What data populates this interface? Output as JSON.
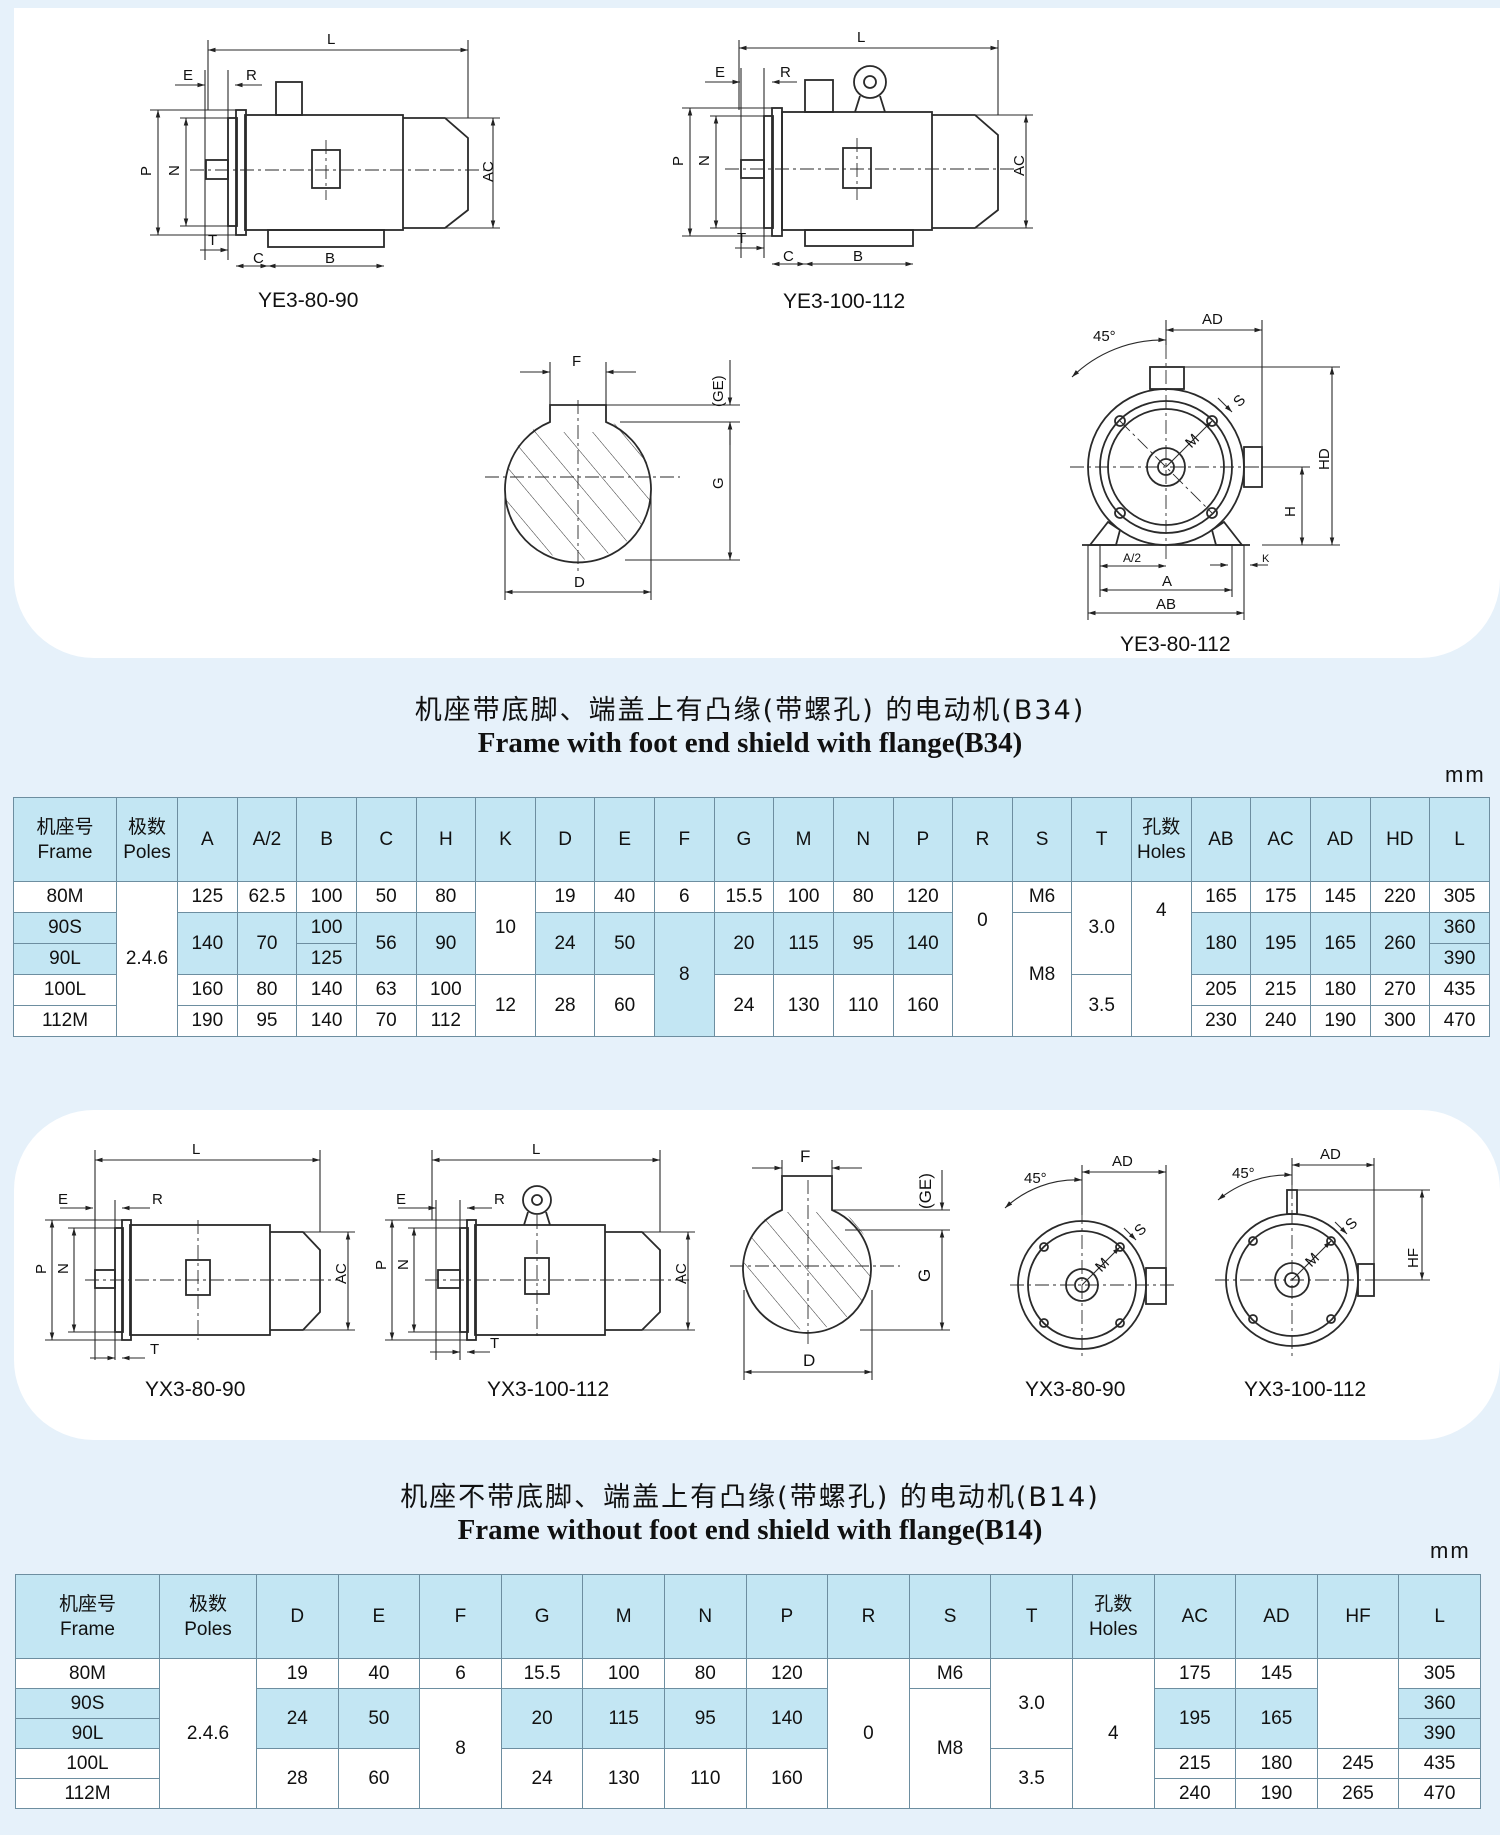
{
  "figures1": {
    "captions": [
      "YE3-80-90",
      "YE3-100-112",
      "YE3-80-112"
    ],
    "labels": {
      "L": "L",
      "E": "E",
      "R": "R",
      "P": "P",
      "N": "N",
      "AC": "AC",
      "T": "T",
      "C": "C",
      "B": "B",
      "F": "F",
      "GE": "(GE)",
      "G": "G",
      "D": "D",
      "AD": "AD",
      "deg45": "45°",
      "S": "S",
      "M": "M",
      "HD": "HD",
      "H": "H",
      "A2": "A/2",
      "A": "A",
      "AB": "AB",
      "K": "K"
    }
  },
  "section1": {
    "title_cn": "机座带底脚、端盖上有凸缘(带螺孔) 的电动机(B34)",
    "title_en": "Frame with foot end shield with flange(B34)",
    "unit": "mm",
    "header": {
      "frame_cn": "机座号",
      "frame_en": "Frame",
      "poles_cn": "极数",
      "poles_en": "Poles",
      "holes_cn": "孔数",
      "holes_en": "Holes",
      "cols": [
        "A",
        "A/2",
        "B",
        "C",
        "H",
        "K",
        "D",
        "E",
        "F",
        "G",
        "M",
        "N",
        "P",
        "R",
        "S",
        "T",
        "AB",
        "AC",
        "AD",
        "HD",
        "L"
      ]
    },
    "rows": [
      {
        "frame": "80M",
        "A": "125",
        "A2": "62.5",
        "B": "100",
        "C": "50",
        "H": "80",
        "D": "19",
        "E": "40",
        "F": "6",
        "G": "15.5",
        "M": "100",
        "N": "80",
        "P": "120",
        "S": "M6",
        "AB": "165",
        "AC": "175",
        "AD": "145",
        "HD": "220",
        "L": "305"
      },
      {
        "frame": "90S",
        "B": "100",
        "L": "360"
      },
      {
        "frame": "90L",
        "B": "125",
        "L": "390"
      },
      {
        "frame": "100L",
        "A": "160",
        "A2": "80",
        "B": "140",
        "C": "63",
        "H": "100",
        "AB": "205",
        "AC": "215",
        "AD": "180",
        "HD": "270",
        "L": "435"
      },
      {
        "frame": "112M",
        "A": "190",
        "A2": "95",
        "B": "140",
        "C": "70",
        "H": "112",
        "AB": "230",
        "AC": "240",
        "AD": "190",
        "HD": "300",
        "L": "470"
      }
    ],
    "merged": {
      "poles": "2.4.6",
      "g90_A": "140",
      "g90_A2": "70",
      "g90_C": "56",
      "g90_H": "90",
      "K1": "10",
      "K2": "12",
      "g90_D": "24",
      "g90_E": "50",
      "g100_D": "28",
      "g100_E": "60",
      "F8": "8",
      "g90_G": "20",
      "g90_M": "115",
      "g90_N": "95",
      "g90_P": "140",
      "g100_G": "24",
      "g100_M": "130",
      "g100_N": "110",
      "g100_P": "160",
      "R": "0",
      "S2": "M8",
      "T1": "3.0",
      "T2": "3.5",
      "holes": "4",
      "g90_AB": "180",
      "g90_AC": "195",
      "g90_AD": "165",
      "g90_HD": "260"
    }
  },
  "figures2": {
    "captions": [
      "YX3-80-90",
      "YX3-100-112",
      "YX3-80-90",
      "YX3-100-112"
    ],
    "labels": {
      "L": "L",
      "E": "E",
      "R": "R",
      "P": "P",
      "N": "N",
      "AC": "AC",
      "T": "T",
      "F": "F",
      "GE": "(GE)",
      "G": "G",
      "D": "D",
      "AD": "AD",
      "deg45": "45°",
      "S": "S",
      "M": "M",
      "HF": "HF"
    }
  },
  "section2": {
    "title_cn": "机座不带底脚、端盖上有凸缘(带螺孔) 的电动机(B14)",
    "title_en": "Frame without  foot end shield with flange(B14)",
    "unit": "mm",
    "header": {
      "frame_cn": "机座号",
      "frame_en": "Frame",
      "poles_cn": "极数",
      "poles_en": "Poles",
      "holes_cn": "孔数",
      "holes_en": "Holes",
      "cols": [
        "D",
        "E",
        "F",
        "G",
        "M",
        "N",
        "P",
        "R",
        "S",
        "T",
        "AC",
        "AD",
        "HF",
        "L"
      ]
    },
    "rows": [
      {
        "frame": "80M",
        "D": "19",
        "E": "40",
        "F": "6",
        "G": "15.5",
        "M": "100",
        "N": "80",
        "P": "120",
        "S": "M6",
        "AC": "175",
        "AD": "145",
        "L": "305"
      },
      {
        "frame": "90S",
        "L": "360"
      },
      {
        "frame": "90L",
        "L": "390"
      },
      {
        "frame": "100L",
        "AC": "215",
        "AD": "180",
        "HF": "245",
        "L": "435"
      },
      {
        "frame": "112M",
        "AC": "240",
        "AD": "190",
        "HF": "265",
        "L": "470"
      }
    ],
    "merged": {
      "poles": "2.4.6",
      "g90_D": "24",
      "g90_E": "50",
      "g100_D": "28",
      "g100_E": "60",
      "F8": "8",
      "g90_G": "20",
      "g90_M": "115",
      "g90_N": "95",
      "g90_P": "140",
      "g100_G": "24",
      "g100_M": "130",
      "g100_N": "110",
      "g100_P": "160",
      "R": "0",
      "S2": "M8",
      "T1": "3.0",
      "T2": "3.5",
      "holes": "4",
      "g90_AC": "195",
      "g90_AD": "165"
    }
  }
}
